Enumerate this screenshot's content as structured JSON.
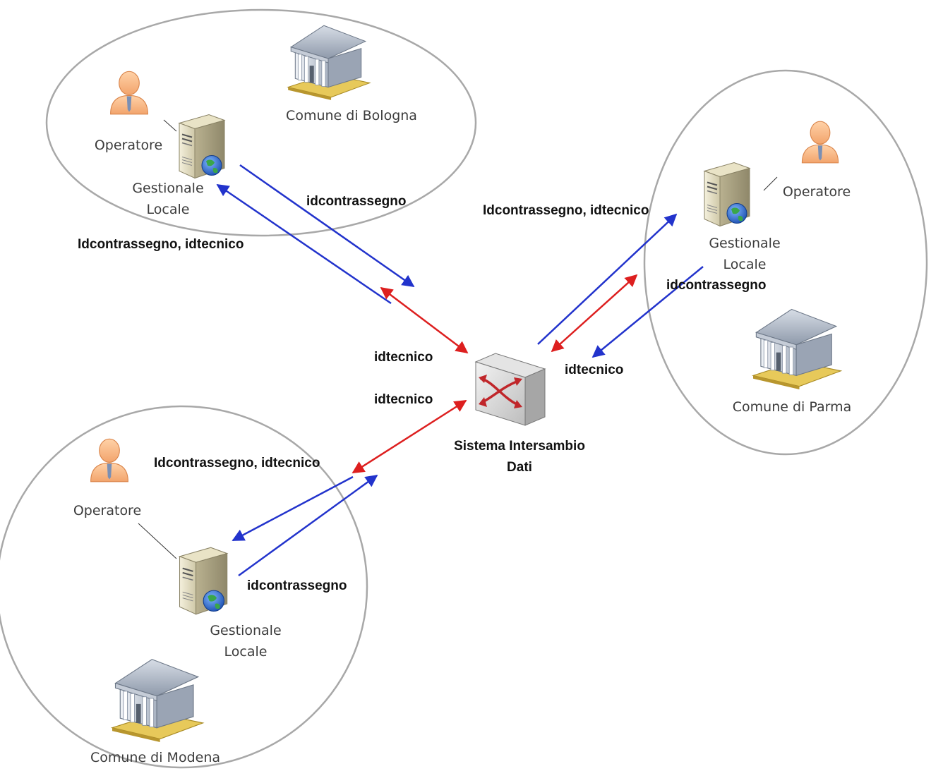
{
  "hub": {
    "line1": "Sistema Intersambio",
    "line2": "Dati"
  },
  "zones": {
    "bologna": {
      "comune": "Comune di Bologna",
      "operatore": "Operatore",
      "gestionale_line1": "Gestionale",
      "gestionale_line2": "Locale",
      "flow_out": "idcontrassegno",
      "flow_in": "Idcontrassegno, idtecnico",
      "flow_hub": "idtecnico"
    },
    "parma": {
      "comune": "Comune di Parma",
      "operatore": "Operatore",
      "gestionale_line1": "Gestionale",
      "gestionale_line2": "Locale",
      "flow_in": "Idcontrassegno, idtecnico",
      "flow_out": "idcontrassegno",
      "flow_hub": "idtecnico"
    },
    "modena": {
      "comune": "Comune di Modena",
      "operatore": "Operatore",
      "gestionale_line1": "Gestionale",
      "gestionale_line2": "Locale",
      "flow_in": "Idcontrassegno, idtecnico",
      "flow_out": "idcontrassegno",
      "flow_hub": "idtecnico"
    }
  },
  "colors": {
    "request_arrow": "#2233cc",
    "hub_arrow": "#dd1f1f",
    "zone_outline": "#a8a8a8"
  },
  "icons": {
    "operatore": "person-icon",
    "gestionale": "server-icon",
    "comune": "building-icon",
    "hub": "switch-icon"
  }
}
